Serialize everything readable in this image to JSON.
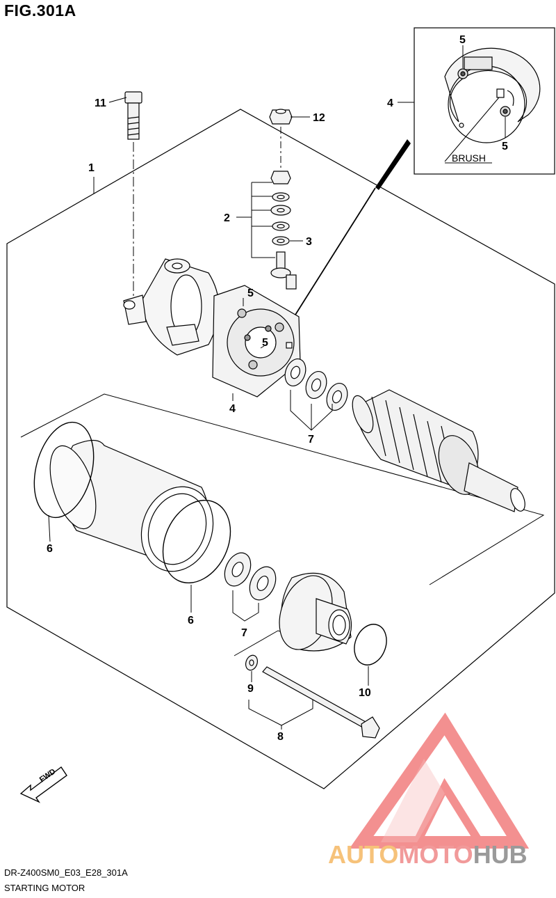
{
  "title": "FIG.301A",
  "diagram_code": "DR-Z400SM0_E03_E28_301A",
  "diagram_name": "STARTING MOTOR",
  "callouts": {
    "c1": "1",
    "c2": "2",
    "c3": "3",
    "c4_inset": "4",
    "c4_main": "4",
    "c5_inset_top": "5",
    "c5_inset_bottom": "5",
    "c5_main_top": "5",
    "c5_main_mid": "5",
    "c6_left": "6",
    "c6_right": "6",
    "c7_upper": "7",
    "c7_lower": "7",
    "c8": "8",
    "c9": "9",
    "c10": "10",
    "c11": "11",
    "c12": "12"
  },
  "inset": {
    "brush_label": "BRUSH"
  },
  "fwd_label": "FWD",
  "watermark": {
    "text_part1": "AUTO",
    "text_part2": "MOTO",
    "text_part3": "HUB",
    "colors": {
      "auto": "#f6c27a",
      "moto": "#f19a9a",
      "hub": "#9a9a9a",
      "triangle": "#ef6b6b"
    }
  }
}
